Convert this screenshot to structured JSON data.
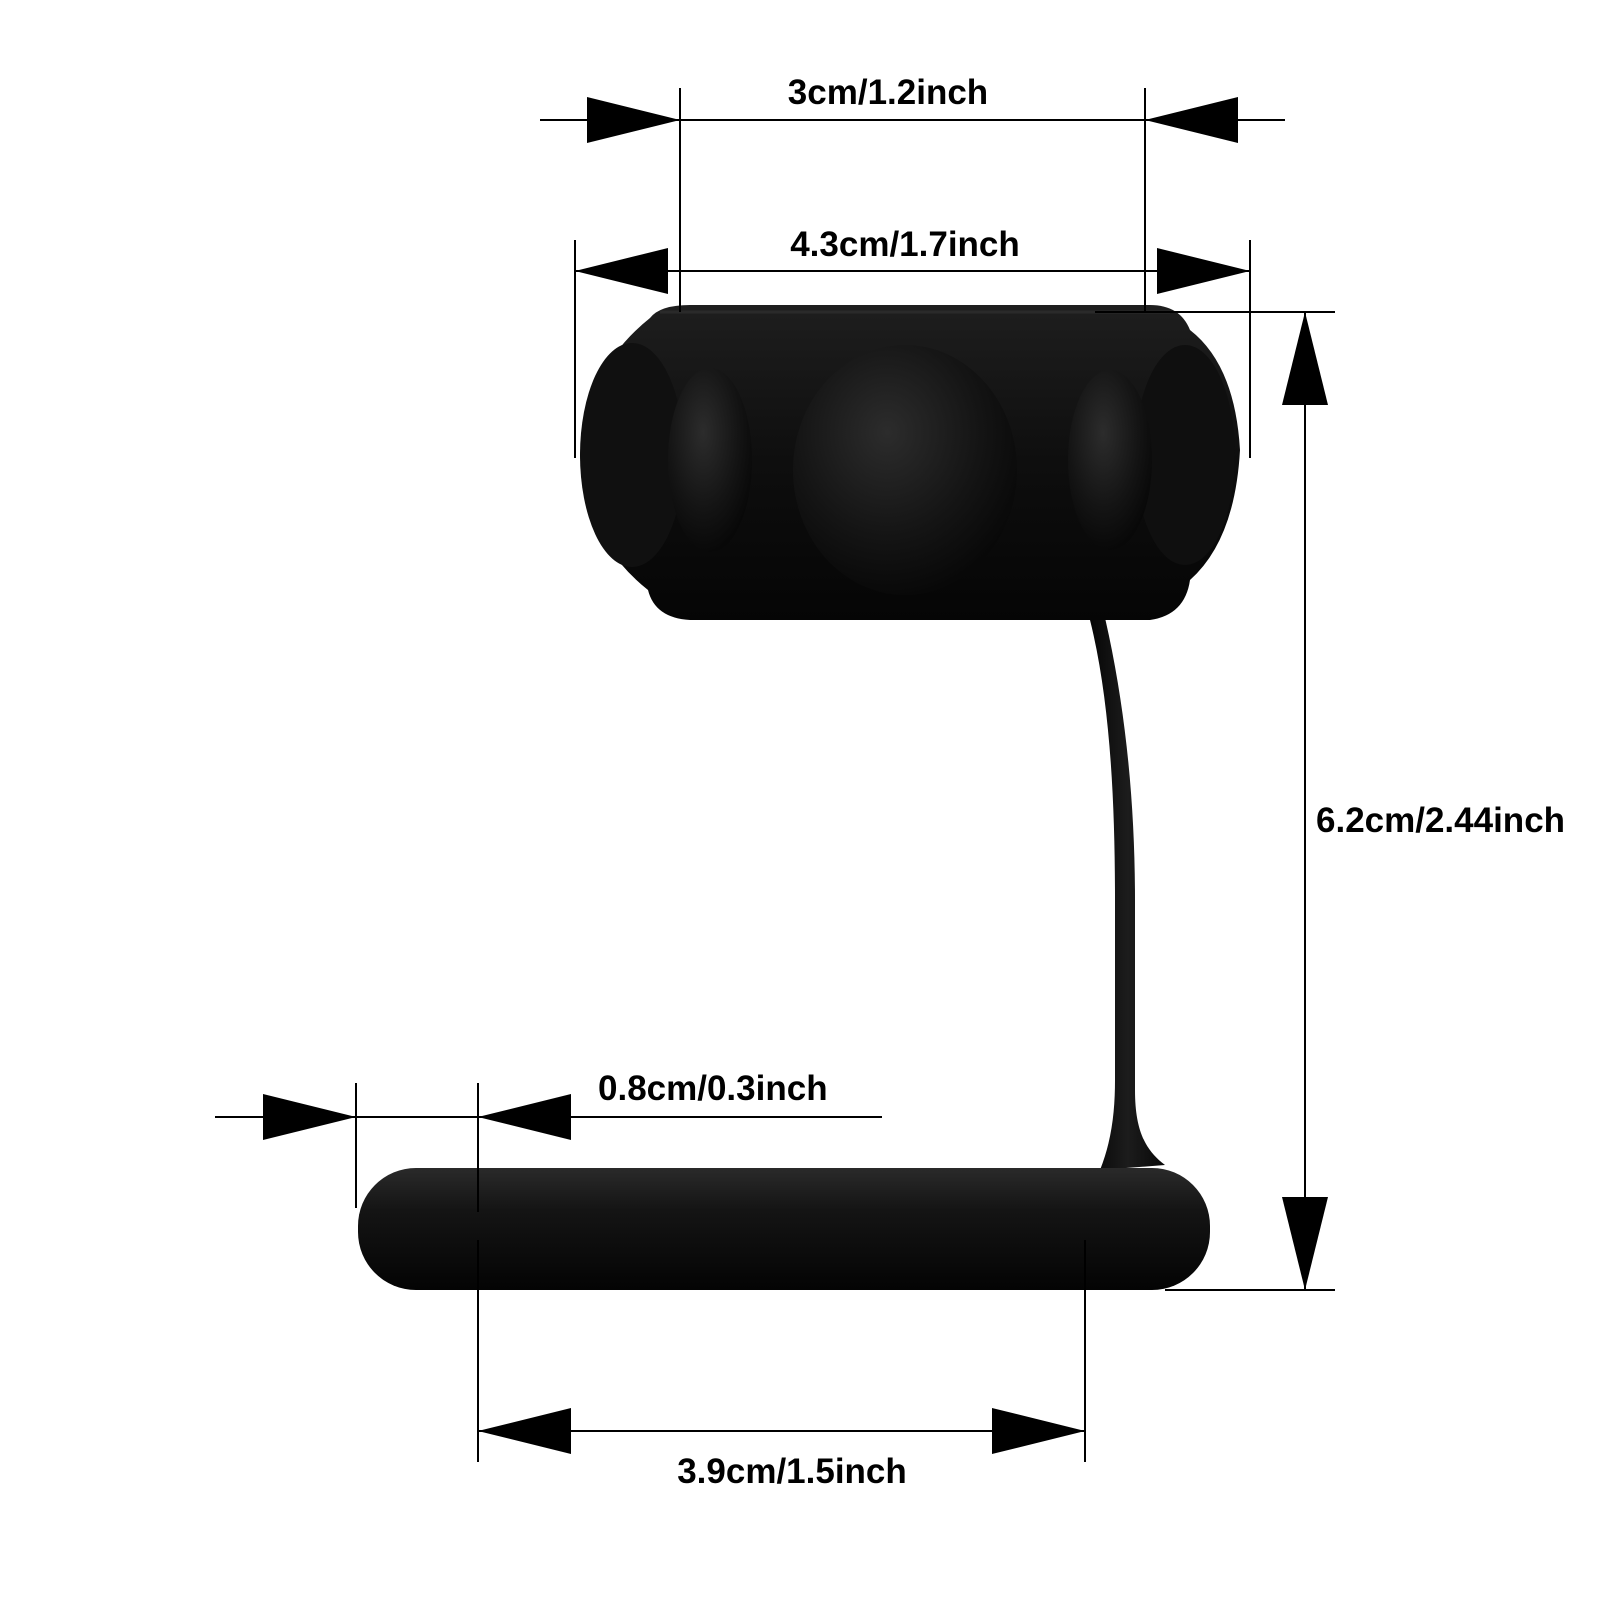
{
  "dimensions": {
    "inner_width_top": "3cm/1.2inch",
    "outer_width_top": "4.3cm/1.7inch",
    "total_height": "6.2cm/2.44inch",
    "ring_thickness": "0.8cm/0.3inch",
    "inner_width_bottom": "3.9cm/1.5inch"
  },
  "colors": {
    "product": "#0d0d0d",
    "product_highlight": "#3a3a3a",
    "lines": "#000000",
    "background": "#ffffff"
  }
}
